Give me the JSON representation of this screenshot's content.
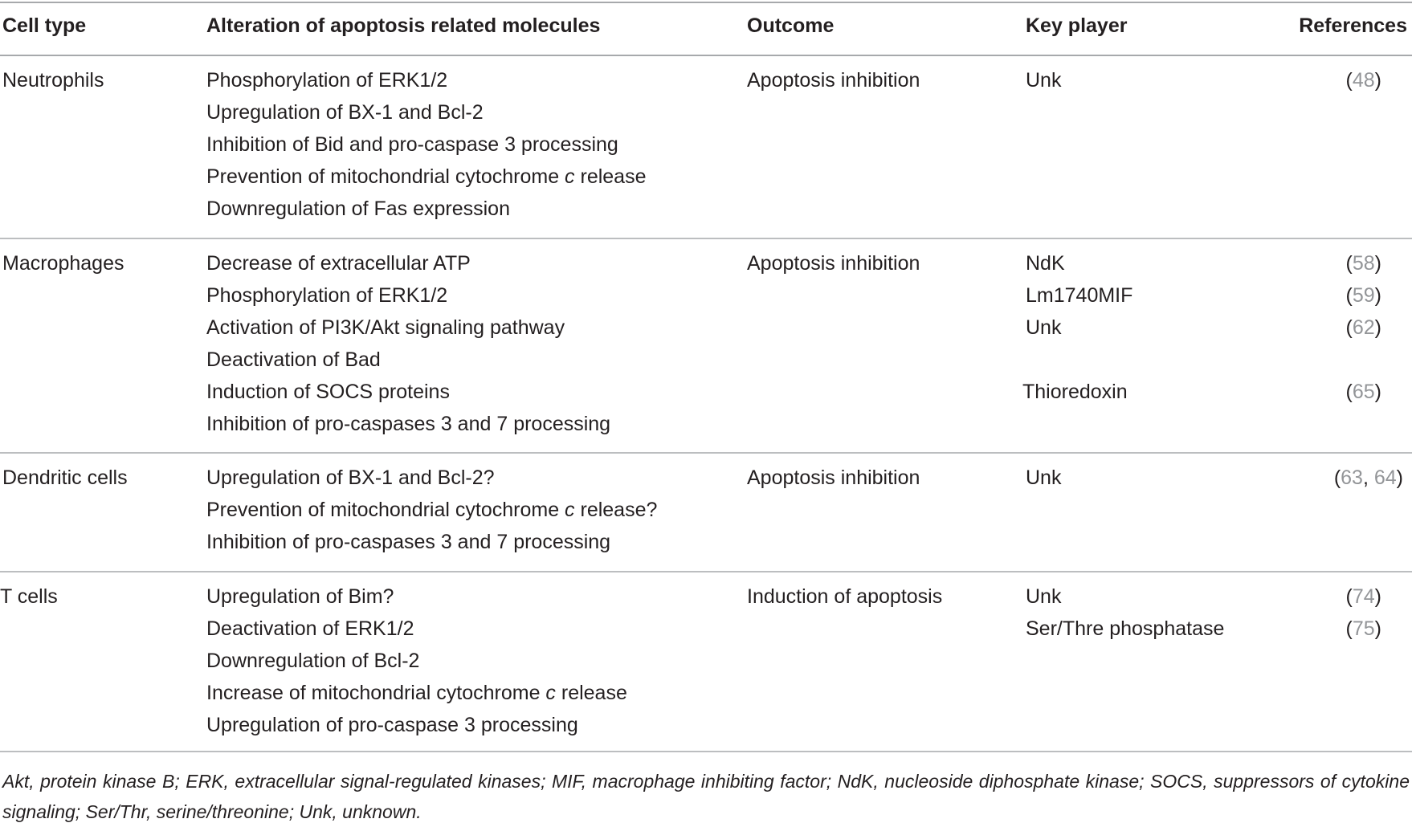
{
  "table": {
    "headers": {
      "cell_type": "Cell type",
      "alteration": "Alteration of apoptosis related molecules",
      "outcome": "Outcome",
      "key_player": "Key player",
      "references": "References"
    },
    "rows": [
      {
        "cell_type": "Neutrophils",
        "alterations": [
          "Phosphorylation of ERK1/2",
          "Upregulation of BX-1 and Bcl-2",
          "Inhibition of Bid and pro-caspase 3 processing",
          "Prevention of mitochondrial cytochrome c release",
          "Downregulation of Fas expression"
        ],
        "outcome": "Apoptosis inhibition",
        "key_players": [
          "Unk"
        ],
        "references": [
          "(48)"
        ]
      },
      {
        "cell_type": "Macrophages",
        "alterations": [
          "Decrease of extracellular ATP",
          "Phosphorylation of ERK1/2",
          "Activation of PI3K/Akt signaling pathway",
          "Deactivation of Bad",
          "Induction of SOCS proteins",
          "Inhibition of pro-caspases 3 and 7 processing"
        ],
        "outcome": "Apoptosis inhibition",
        "key_players": [
          "NdK",
          "Lm1740MIF",
          "Unk",
          "",
          "Thioredoxin",
          ""
        ],
        "references": [
          "(58)",
          "(59)",
          "(62)",
          "",
          "(65)",
          ""
        ]
      },
      {
        "cell_type": "Dendritic cells",
        "alterations": [
          "Upregulation of BX-1 and Bcl-2?",
          "Prevention of mitochondrial cytochrome c release?",
          "Inhibition of pro-caspases 3 and 7 processing"
        ],
        "outcome": "Apoptosis inhibition",
        "key_players": [
          "Unk"
        ],
        "references": [
          "(63, 64)"
        ]
      },
      {
        "cell_type": "T cells",
        "alterations": [
          "Upregulation of Bim?",
          "Deactivation of ERK1/2",
          "Downregulation of Bcl-2",
          "Increase of mitochondrial cytochrome c release",
          "Upregulation of pro-caspase 3 processing"
        ],
        "outcome": "Induction of apoptosis",
        "key_players": [
          "Unk",
          "Ser/Thre phosphatase"
        ],
        "references": [
          "(74)",
          "(75)"
        ]
      }
    ],
    "footnote": "Akt, protein kinase B; ERK, extracellular signal-regulated kinases; MIF, macrophage inhibiting factor; NdK, nucleoside diphosphate kinase; SOCS, suppressors of cytokine signaling; Ser/Thr, serine/threonine; Unk, unknown."
  },
  "colors": {
    "text": "#231f20",
    "rule": "#a7a9ac",
    "reference_number": "#939598"
  }
}
